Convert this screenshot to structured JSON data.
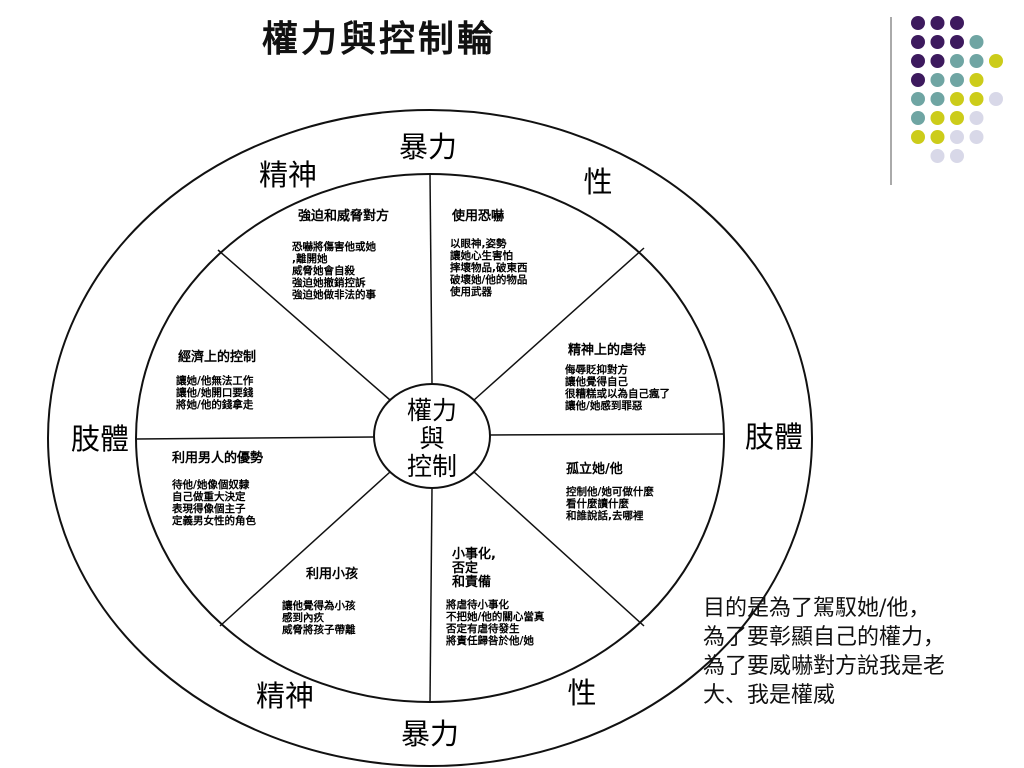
{
  "title": "權力與控制輪",
  "outer_labels": {
    "top": "暴力",
    "bottom": "暴力",
    "left": "肢體",
    "right": "肢體",
    "upper_left": "精神",
    "lower_left": "精神",
    "upper_right": "性",
    "lower_right": "性"
  },
  "hub": [
    "權力",
    "與",
    "控制"
  ],
  "segments": [
    {
      "title": "強迫和威脅對方",
      "items": [
        "恐嚇將傷害他或她",
        ",離開她",
        "威脅她會自殺",
        "強迫她撤銷控訴",
        "強迫她做非法的事"
      ]
    },
    {
      "title": "使用恐嚇",
      "items": [
        "以眼神,姿勢",
        "讓她心生害怕",
        "摔壞物品,破東西",
        "破壞她/他的物品",
        "使用武器"
      ]
    },
    {
      "title": "精神上的虐待",
      "items": [
        "侮辱貶抑對方",
        "讓他覺得自己",
        "很糟糕或以為自己瘋了",
        "讓他/她感到罪惡"
      ]
    },
    {
      "title": "孤立她/他",
      "items": [
        "控制他/她可做什麼",
        "看什麼讀什麼",
        "和誰說話,去哪裡"
      ]
    },
    {
      "title": "小事化,",
      "title2": "否定",
      "title3": "和責備",
      "items": [
        "將虐待小事化",
        "不把她/他的關心當真",
        "否定有虐待發生",
        "將責任歸咎於他/她"
      ]
    },
    {
      "title": "利用小孩",
      "items": [
        "讓他覺得為小孩",
        "感到內疚",
        "威脅將孩子帶離"
      ]
    },
    {
      "title": "利用男人的優勢",
      "items": [
        "待他/她像個奴隸",
        "自己做重大決定",
        "表現得像個主子",
        "定義男女性的角色"
      ]
    },
    {
      "title": "經濟上的控制",
      "items": [
        "讓她/他無法工作",
        "讓他/她開口要錢",
        "將她/他的錢拿走"
      ]
    }
  ],
  "caption": [
    "目的是為了駕馭她/他，",
    "為了要彰顯自己的權力，",
    "為了要威嚇對方說我是老",
    "大、我是權威"
  ],
  "colors": {
    "purple": "#3d1a5e",
    "teal": "#6fa5a3",
    "yellow": "#cccc1a",
    "lavender": "#d8d8e8",
    "line": "#111111"
  }
}
